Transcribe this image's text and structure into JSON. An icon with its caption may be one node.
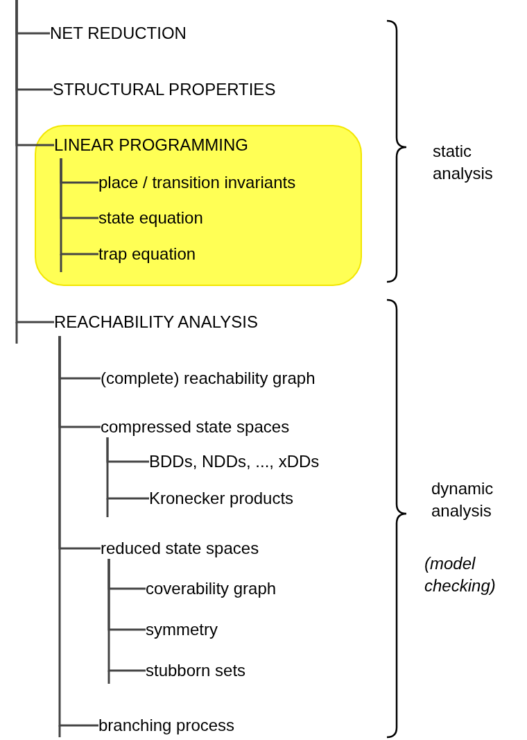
{
  "diagram": {
    "nodes": [
      {
        "text": [
          "NET REDUCTION"
        ]
      },
      {
        "text": [
          "STRUCTURAL PROPERTIES"
        ]
      },
      {
        "text": [],
        "shape": "box"
      },
      {
        "text": [
          "LINEAR PROGRAMMING"
        ],
        "in": 2
      },
      {
        "text": [
          "place / transition invariants"
        ],
        "in": 2
      },
      {
        "text": [
          "state equation"
        ],
        "in": 2
      },
      {
        "text": [
          "trap equation"
        ],
        "in": 2
      },
      {
        "text": [
          "REACHABILITY ANALYSIS"
        ]
      },
      {
        "text": [
          "(complete) reachability graph"
        ]
      },
      {
        "text": [
          "compressed state spaces"
        ]
      },
      {
        "text": [
          "BDDs, NDDs, ..., xDDs"
        ]
      },
      {
        "text": [
          "Kronecker products"
        ]
      },
      {
        "text": [
          "reduced state spaces"
        ]
      },
      {
        "text": [
          "coverability graph"
        ]
      },
      {
        "text": [
          "symmetry"
        ]
      },
      {
        "text": [
          "stubborn sets"
        ]
      },
      {
        "text": [
          "branching process"
        ]
      }
    ],
    "edges": [
      {
        "from": null,
        "to": 0,
        "arrow": "none"
      },
      {
        "from": null,
        "to": 1,
        "arrow": "none"
      },
      {
        "from": null,
        "to": 3,
        "arrow": "none"
      },
      {
        "from": null,
        "to": 7,
        "arrow": "none"
      },
      {
        "from": 3,
        "to": 4,
        "arrow": "none"
      },
      {
        "from": 3,
        "to": 5,
        "arrow": "none"
      },
      {
        "from": 3,
        "to": 6,
        "arrow": "none"
      },
      {
        "from": 7,
        "to": 8,
        "arrow": "none"
      },
      {
        "from": 7,
        "to": 9,
        "arrow": "none"
      },
      {
        "from": 7,
        "to": 12,
        "arrow": "none"
      },
      {
        "from": 7,
        "to": 16,
        "arrow": "none"
      },
      {
        "from": 9,
        "to": 10,
        "arrow": "none"
      },
      {
        "from": 9,
        "to": 11,
        "arrow": "none"
      },
      {
        "from": 12,
        "to": 13,
        "arrow": "none"
      },
      {
        "from": 12,
        "to": 14,
        "arrow": "none"
      },
      {
        "from": 12,
        "to": 15,
        "arrow": "none"
      }
    ],
    "labels": [
      "static analysis",
      "dynamic analysis",
      "(model checking)"
    ]
  }
}
